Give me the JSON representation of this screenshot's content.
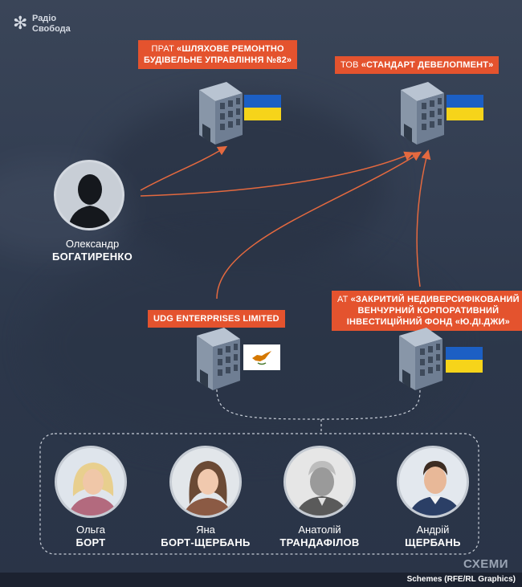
{
  "logo": {
    "line1": "Радіо",
    "line2": "Свобода"
  },
  "companies": [
    {
      "prefix": "ПРАТ",
      "name_lines": [
        "«ШЛЯХОВЕ РЕМОНТНО",
        "БУДІВЕЛЬНЕ УПРАВЛІННЯ №82»"
      ],
      "flag": "ukraine"
    },
    {
      "prefix": "ТОВ",
      "name_lines": [
        "«СТАНДАРТ ДЕВЕЛОПМЕНТ»"
      ],
      "flag": "ukraine"
    },
    {
      "prefix": "",
      "name_lines": [
        "UDG ENTERPRISES LIMITED"
      ],
      "flag": "cyprus"
    },
    {
      "prefix": "АТ",
      "name_lines": [
        "«ЗАКРИТИЙ НЕДИВЕРСИФІКОВАНИЙ",
        "ВЕНЧУРНИЙ КОРПОРАТИВНИЙ",
        "ІНВЕСТИЦІЙНИЙ ФОНД «Ю.ДІ.ДЖИ»"
      ],
      "flag": "ukraine"
    }
  ],
  "owner": {
    "first": "Олександр",
    "last": "БОГАТИРЕНКО"
  },
  "people": [
    {
      "first": "Ольга",
      "last": "БОРТ",
      "icon": "woman-portrait"
    },
    {
      "first": "Яна",
      "last": "БОРТ-ЩЕРБАНЬ",
      "icon": "woman-portrait"
    },
    {
      "first": "Анатолій",
      "last": "ТРАНДАФІЛОВ",
      "icon": "man-portrait-bw"
    },
    {
      "first": "Андрій",
      "last": "ЩЕРБАНЬ",
      "icon": "man-portrait"
    }
  ],
  "brand": "СХЕМИ",
  "credit": "Schemes (RFE/RL Graphics)",
  "colors": {
    "label_bg": "#e4532e",
    "arrow": "#e4693f",
    "ua_blue": "#1c5fc4",
    "ua_yellow": "#f6d41a"
  }
}
